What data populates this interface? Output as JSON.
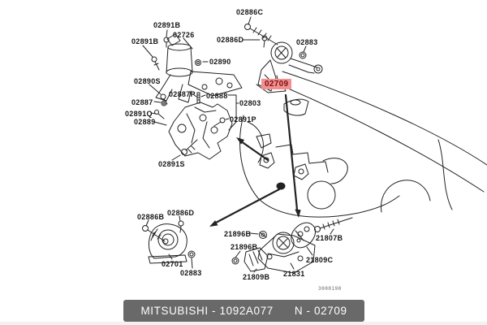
{
  "diagram": {
    "code": "3000190",
    "highlight": {
      "text": "02709",
      "bg_color": "#F19090",
      "text_color": "#7F1010"
    },
    "labels": {
      "p02891b_top": "02891B",
      "p02726": "02726",
      "p02891b_left": "02891B",
      "p02890": "02890",
      "p02890s": "02890S",
      "p02886c": "02886C",
      "p02886d_top": "02886D",
      "p02883_top": "02883",
      "p02887": "02887",
      "p02887p": "02887P",
      "p02888": "02888",
      "p02803": "02803",
      "p02891q": "02891Q",
      "p02889": "02889",
      "p02891p": "02891P",
      "p02891s": "02891S",
      "p02886b": "02886B",
      "p02886d_bottom": "02886D",
      "p02701": "02701",
      "p02883_bottom": "02883",
      "p21896b_1": "21896B",
      "p21896b_2": "21896B",
      "p21809b": "21809B",
      "p21831": "21831",
      "p21809c": "21809C",
      "p21807b": "21807B"
    }
  },
  "footer": {
    "left_text": "MITSUBISHI - 1092A077",
    "right_text": "N - 02709",
    "bg_color": "#696969",
    "text_color": "#FFFFFF"
  }
}
